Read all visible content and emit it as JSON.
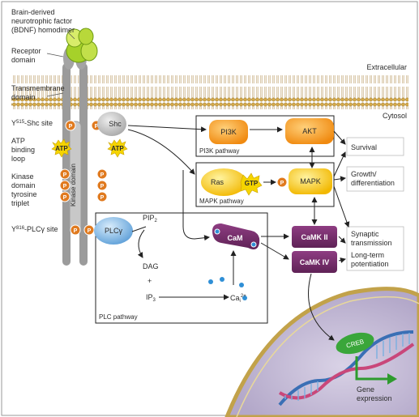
{
  "labels": {
    "bdnf_line1": "Brain-derived",
    "bdnf_line2": "neurotrophic factor",
    "bdnf_line3": "(BDNF) homodimer",
    "receptor_line1": "Receptor",
    "receptor_line2": "domain",
    "extracellular": "Extracellular",
    "transmembrane_line1": "Transmembrane",
    "transmembrane_line2": "domain",
    "cytosol": "Cytosol",
    "shc_site_y": "Y",
    "shc_site_sup": "515",
    "shc_site_rest": "-Shc site",
    "atp_line1": "ATP",
    "atp_line2": "binding",
    "atp_line3": "loop",
    "kinase_line1": "Kinase",
    "kinase_line2": "domain",
    "kinase_line3": "tyrosine",
    "kinase_line4": "triplet",
    "kinase_domain_vertical": "Kinase domain",
    "plc_site_y": "Y",
    "plc_site_sup": "816",
    "plc_site_rest": "-PLCγ site"
  },
  "nodes": {
    "shc": "Shc",
    "pi3k": "PI3K",
    "akt": "AKT",
    "ras": "Ras",
    "gtp": "GTP",
    "mapk": "MAPK",
    "plcg": "PLCγ",
    "cam": "CaM",
    "camk2": "CaMK II",
    "camk4": "CaMK IV",
    "creb": "CREB",
    "atp": "ATP",
    "p": "P"
  },
  "pathways": {
    "pi3k": "PI3K pathway",
    "mapk": "MAPK pathway",
    "plc": "PLC pathway"
  },
  "molecules": {
    "pip2": "PIP",
    "pip2_sub": "2",
    "dag": "DAG",
    "plus": "+",
    "ip3": "IP",
    "ip3_sub": "3",
    "ca": "Ca",
    "ca_sub": "i",
    "ca_sup": "2+"
  },
  "outcomes": {
    "survival": "Survival",
    "growth_line1": "Growth/",
    "growth_line2": "differentiation",
    "synaptic_line1": "Synaptic",
    "synaptic_line2": "transmission",
    "ltp_line1": "Long-term",
    "ltp_line2": "potentiation",
    "gene_line1": "Gene",
    "gene_line2": "expression"
  },
  "colors": {
    "ligand": "#a6d12a",
    "receptor": "#9b9b9b",
    "phospho": "#e07a1f",
    "orange_node": "#f28c16",
    "yellow_node": "#f5c400",
    "blue_node": "#6aa8dc",
    "camk": "#7a2f6e",
    "creb": "#3aa63a",
    "membrane": "#c8a24a"
  }
}
